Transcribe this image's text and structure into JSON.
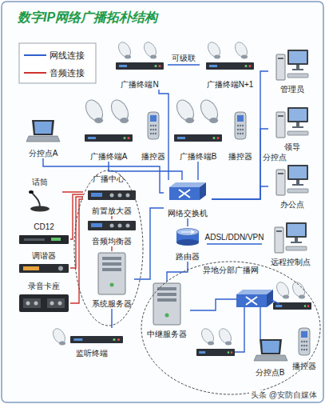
{
  "diagram": {
    "title": "数字IP网络广播拓朴结构",
    "nodes": [
      {
        "text": [
          "广播终端N"
        ]
      },
      {
        "text": [
          "广播终端N+1"
        ]
      },
      {
        "text": [
          "管理员"
        ]
      },
      {
        "text": [
          "领导"
        ]
      },
      {
        "text": [
          "办公点"
        ]
      },
      {
        "text": [
          "分控点A"
        ]
      },
      {
        "text": [
          "广播终端A"
        ]
      },
      {
        "text": [
          "播控器"
        ]
      },
      {
        "text": [
          "广播终端B"
        ]
      },
      {
        "text": [
          "播控器"
        ]
      },
      {
        "text": [
          "话筒"
        ]
      },
      {
        "text": [
          "广播中心"
        ]
      },
      {
        "text": [
          "前置放大器"
        ],
        "in": 11
      },
      {
        "text": [
          "音频均衡器"
        ],
        "in": 11
      },
      {
        "text": [
          "系统服务器"
        ],
        "in": 11
      },
      {
        "text": [
          "CD12"
        ]
      },
      {
        "text": [
          "调谐器"
        ]
      },
      {
        "text": [
          "录音卡座"
        ]
      },
      {
        "text": [
          "网络交换机"
        ]
      },
      {
        "text": [
          "路由器"
        ]
      },
      {
        "text": [
          "远程控制点"
        ]
      },
      {
        "text": [
          "异地分部广播网"
        ]
      },
      {
        "text": [
          "中继服务器"
        ],
        "in": 21
      },
      {
        "text": [
          "分控点B"
        ],
        "in": 21
      },
      {
        "text": [
          "播控器"
        ],
        "in": 21
      },
      {
        "text": [
          "监听终端"
        ]
      }
    ],
    "edges": [
      {
        "from": 0,
        "to": 1,
        "label": "可级联",
        "arrow": "none"
      },
      {
        "from": 0,
        "to": 18,
        "arrow": "none"
      },
      {
        "from": 6,
        "to": 18,
        "arrow": "none"
      },
      {
        "from": 8,
        "to": 18,
        "arrow": "none"
      },
      {
        "from": 5,
        "to": 18,
        "arrow": "none"
      },
      {
        "from": 2,
        "to": 18,
        "arrow": "none"
      },
      {
        "from": 3,
        "to": 18,
        "arrow": "none"
      },
      {
        "from": 4,
        "to": 18,
        "arrow": "none"
      },
      {
        "from": 14,
        "to": 18,
        "arrow": "none"
      },
      {
        "from": 18,
        "to": 19,
        "arrow": "none"
      },
      {
        "from": 19,
        "to": 20,
        "label": "ADSL/DDN/VPN",
        "arrow": "none"
      },
      {
        "from": 19,
        "to": 22,
        "arrow": "none"
      },
      {
        "from": 25,
        "to": 14,
        "arrow": "none"
      },
      {
        "from": 10,
        "to": 12,
        "arrow": "none"
      },
      {
        "from": 15,
        "to": 12,
        "arrow": "none"
      },
      {
        "from": 16,
        "to": 12,
        "arrow": "none"
      },
      {
        "from": 17,
        "to": 12,
        "arrow": "none"
      },
      {
        "from": 12,
        "to": 13,
        "arrow": "none"
      },
      {
        "from": 13,
        "to": 14,
        "arrow": "none"
      }
    ],
    "labels": [
      "分控点",
      "头条 @安防自媒体"
    ],
    "legend": [
      {
        "text": "网线连接"
      },
      {
        "text": "音频连接"
      }
    ]
  }
}
